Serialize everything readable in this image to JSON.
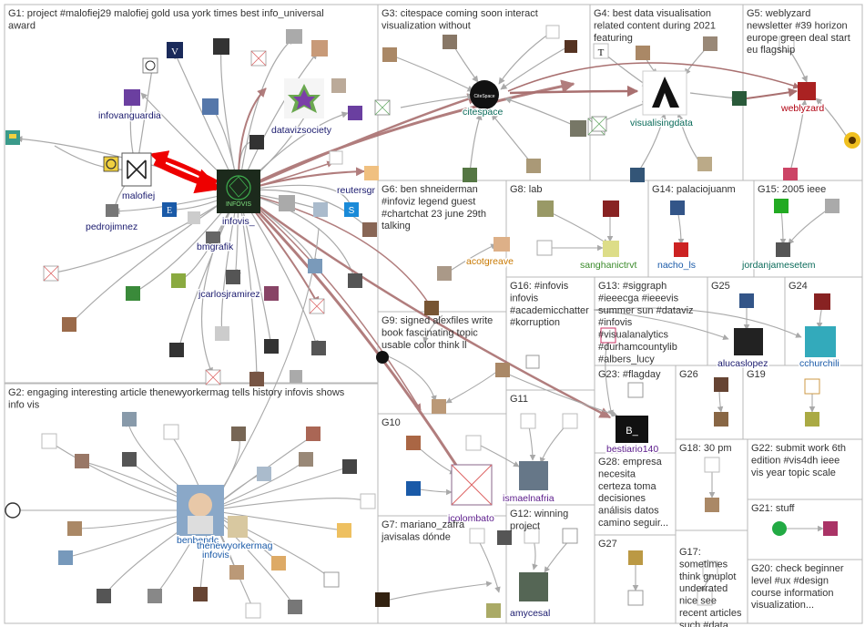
{
  "groups": [
    {
      "id": "G1",
      "title_lines": [
        "G1: project #malofiej29 malofiej gold usa york times best info_universal",
        "award"
      ]
    },
    {
      "id": "G2",
      "title_lines": [
        "G2: engaging interesting article thenewyorkermag tells history infovis shows",
        "info vis"
      ]
    },
    {
      "id": "G3",
      "title_lines": [
        "G3: citespace coming soon interact",
        "visualization without"
      ]
    },
    {
      "id": "G4",
      "title_lines": [
        "G4: best data visualisation",
        "related content during 2021",
        "featuring"
      ]
    },
    {
      "id": "G5",
      "title_lines": [
        "G5: weblyzard",
        "newsletter #39 horizon",
        "europe green deal start",
        "eu flagship"
      ]
    },
    {
      "id": "G6",
      "title_lines": [
        "G6: ben shneiderman",
        "#infoviz legend guest",
        "#chartchat 23 june 29th",
        "talking"
      ]
    },
    {
      "id": "G7",
      "title_lines": [
        "G7: mariano_zafra",
        "javisalas dónde"
      ]
    },
    {
      "id": "G8",
      "title_lines": [
        "G8: lab"
      ]
    },
    {
      "id": "G9",
      "title_lines": [
        "G9: signed alexfiles write",
        "book fascinating topic",
        "usable color think ll"
      ]
    },
    {
      "id": "G10",
      "title_lines": [
        "G10"
      ]
    },
    {
      "id": "G11",
      "title_lines": [
        "G11"
      ]
    },
    {
      "id": "G12",
      "title_lines": [
        "G12: winning",
        "project"
      ]
    },
    {
      "id": "G13",
      "title_lines": [
        "G13: #siggraph",
        "#ieeecga #ieeevis",
        "summer sun #dataviz",
        "#infovis",
        "#visualanalytics",
        "#durhamcountylib",
        "#albers_lucy"
      ]
    },
    {
      "id": "G14",
      "title_lines": [
        "G14: palaciojuanm"
      ]
    },
    {
      "id": "G15",
      "title_lines": [
        "G15: 2005 ieee"
      ]
    },
    {
      "id": "G16",
      "title_lines": [
        "G16: #infovis",
        "infovis",
        "#academicchatter",
        "#korruption"
      ]
    },
    {
      "id": "G17",
      "title_lines": [
        "G17:",
        "sometimes",
        "think gnuplot",
        "underrated",
        "nice see",
        "recent articles",
        "such #data"
      ]
    },
    {
      "id": "G18",
      "title_lines": [
        "G18: 30 pm"
      ]
    },
    {
      "id": "G19",
      "title_lines": [
        "G19"
      ]
    },
    {
      "id": "G20",
      "title_lines": [
        "G20: check beginner",
        "level #ux #design",
        "course information",
        "visualization..."
      ]
    },
    {
      "id": "G21",
      "title_lines": [
        "G21: stuff"
      ]
    },
    {
      "id": "G22",
      "title_lines": [
        "G22: submit work 6th",
        "edition #vis4dh ieee",
        "vis year topic scale"
      ]
    },
    {
      "id": "G23",
      "title_lines": [
        "G23: #flagday"
      ]
    },
    {
      "id": "G24",
      "title_lines": [
        "G24"
      ]
    },
    {
      "id": "G25",
      "title_lines": [
        "G25"
      ]
    },
    {
      "id": "G26",
      "title_lines": [
        "G26"
      ]
    },
    {
      "id": "G27",
      "title_lines": [
        "G27"
      ]
    },
    {
      "id": "G28",
      "title_lines": [
        "G28: empresa",
        "necesita",
        "certeza toma",
        "decisiones",
        "análisis datos",
        "camino seguir..."
      ]
    }
  ],
  "node_labels": [
    {
      "id": "infovanguardia",
      "text": "infovanguardia"
    },
    {
      "id": "malofiej",
      "text": "malofiej"
    },
    {
      "id": "pedrojimnez",
      "text": "pedrojimnez"
    },
    {
      "id": "datavizsociety",
      "text": "datavizsociety"
    },
    {
      "id": "infovis_",
      "text": "infovis_"
    },
    {
      "id": "bmgrafik",
      "text": "bmgrafik"
    },
    {
      "id": "jcarlosjramirez",
      "text": "jcarlosjramirez"
    },
    {
      "id": "reutersgr",
      "text": "reutersgr"
    },
    {
      "id": "citespace",
      "text": "citespace"
    },
    {
      "id": "visualisingdata",
      "text": "visualisingdata"
    },
    {
      "id": "weblyzard",
      "text": "weblyzard"
    },
    {
      "id": "acotgreave",
      "text": "acotgreave"
    },
    {
      "id": "sanghanictrvt",
      "text": "sanghanictrvt"
    },
    {
      "id": "nacho_ls",
      "text": "nacho_ls"
    },
    {
      "id": "jordanjamesetem",
      "text": "jordanjamesetem"
    },
    {
      "id": "alucaslopez",
      "text": "alucaslopez"
    },
    {
      "id": "cchurchili",
      "text": "cchurchili"
    },
    {
      "id": "bestiario140",
      "text": "bestiario140"
    },
    {
      "id": "ismaelnafria",
      "text": "ismaelnafria"
    },
    {
      "id": "jcolombato",
      "text": "jcolombato"
    },
    {
      "id": "amycesal",
      "text": "amycesal"
    },
    {
      "id": "benbendc",
      "text": "benbendc"
    },
    {
      "id": "thenewyorkermag",
      "text": "thenewyorkermag"
    },
    {
      "id": "infovis",
      "text": "infovis"
    }
  ],
  "colors": {
    "background": "#ffffff",
    "group_border": "#b8b8b8",
    "title_text": "#333333",
    "label_navy": "#1a1a6e",
    "label_teal": "#0a6b5a",
    "label_red": "#b00010",
    "label_purple": "#5a1a8a",
    "label_blue": "#1a5aa8",
    "label_orange": "#c87800",
    "label_green": "#3a8a2a",
    "edge_gray": "#a9a9a9",
    "edge_brown": "#a97070",
    "edge_red": "#ee0000"
  }
}
